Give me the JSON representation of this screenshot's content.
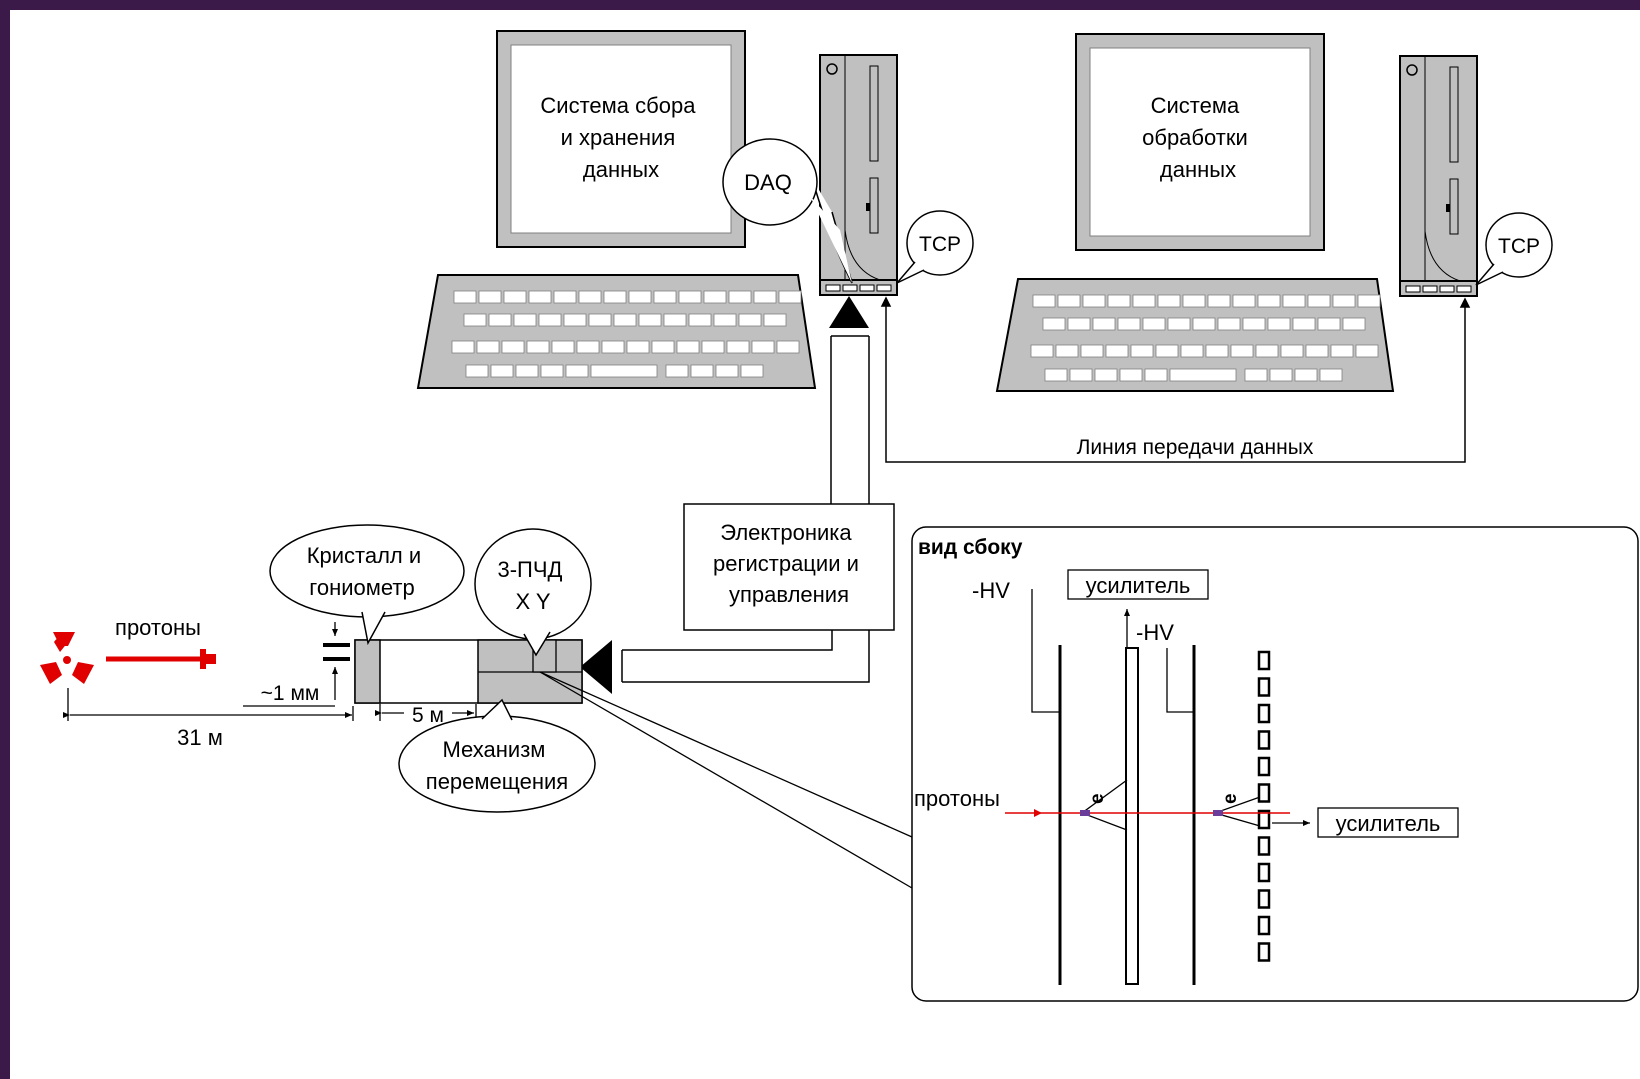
{
  "colors": {
    "frame": "#3b1a4a",
    "paper": "#ffffff",
    "equipment": "#c0c0c0",
    "beam": "#e00000",
    "line": "#000000"
  },
  "computers": {
    "daq_screen": [
      "Система сбора",
      "и хранения",
      "данных"
    ],
    "processing_screen": [
      "Система",
      "обработки",
      "данных"
    ]
  },
  "callouts": {
    "daq": "DAQ",
    "tcp_left": "TCP",
    "tcp_right": "TCP",
    "crystal": [
      "Кристалл и",
      "гониометр"
    ],
    "detector": [
      "3-ПЧД",
      "X Y"
    ],
    "mechanism": [
      "Механизм",
      "перемещения"
    ]
  },
  "data_line_label": "Линия передачи данных",
  "electronics_label": [
    "Электроника",
    "регистрации и",
    "управления"
  ],
  "beamline": {
    "protons_label": "протоны",
    "gap_label": "~1 мм",
    "distance_31": "31 м",
    "distance_5": "5 м",
    "source_icon": "radiation-icon"
  },
  "side_view": {
    "title": "вид сбоку",
    "hv_left": "-HV",
    "hv_right": "-HV",
    "amplifier_top": "усилитель",
    "amplifier_right": "усилитель",
    "protons_label": "протоны",
    "electron_left": "e",
    "electron_right": "e"
  }
}
